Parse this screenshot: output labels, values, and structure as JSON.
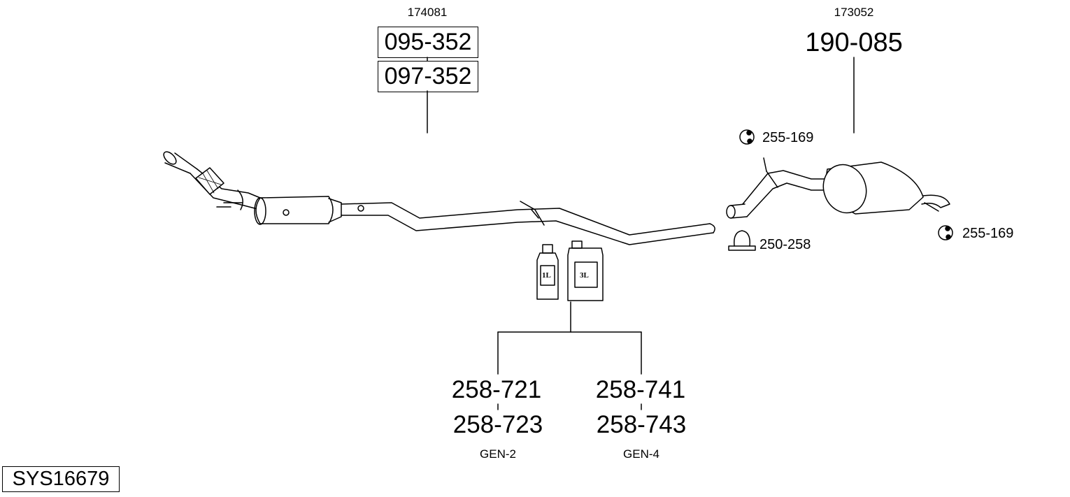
{
  "front_section": {
    "ref": "174081",
    "parts": [
      "095-352",
      "097-352"
    ]
  },
  "rear_section": {
    "ref": "173052",
    "part": "190-085"
  },
  "accessories": [
    {
      "icon": "rubber-mount-icon",
      "part": "255-169"
    },
    {
      "icon": "clamp-icon",
      "part": "250-258"
    },
    {
      "icon": "rubber-mount-icon",
      "part": "255-169"
    }
  ],
  "paste": {
    "bottles": [
      {
        "icon": "bottle-icon",
        "label": "1L"
      },
      {
        "icon": "canister-icon",
        "label": "3L"
      }
    ],
    "groups": [
      {
        "parts": [
          "258-721",
          "258-723"
        ],
        "name": "GEN-2"
      },
      {
        "parts": [
          "258-741",
          "258-743"
        ],
        "name": "GEN-4"
      }
    ]
  },
  "system_id": "SYS16679"
}
